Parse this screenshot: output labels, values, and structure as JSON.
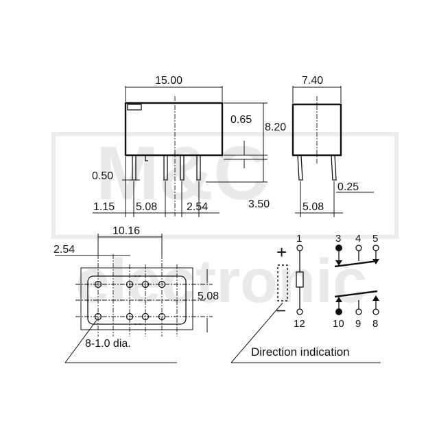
{
  "watermark": {
    "line1": "M&C",
    "line2": "electronic"
  },
  "dimensions": {
    "body_length": "15.00",
    "body_width": "7.40",
    "body_height": "8.20",
    "standoff": "0.65",
    "pin_width": "0.50",
    "pin_length": "3.50",
    "pin_thickness": "0.25",
    "edge_to_first_pin": "1.15",
    "pin_group_spacing": "5.08",
    "pin_pitch": "2.54",
    "side_pin_spacing": "5.08",
    "pcb_span": "10.16",
    "pcb_pitch": "2.54",
    "pcb_row_spacing": "5.08",
    "hole_note": "8-1.0 dia."
  },
  "schematic": {
    "plus_sign": "+",
    "minus_sign": "−",
    "pins_top": [
      "1",
      "3",
      "4",
      "5"
    ],
    "pins_bottom": [
      "12",
      "10",
      "9",
      "8"
    ],
    "caption": "Direction indication"
  }
}
